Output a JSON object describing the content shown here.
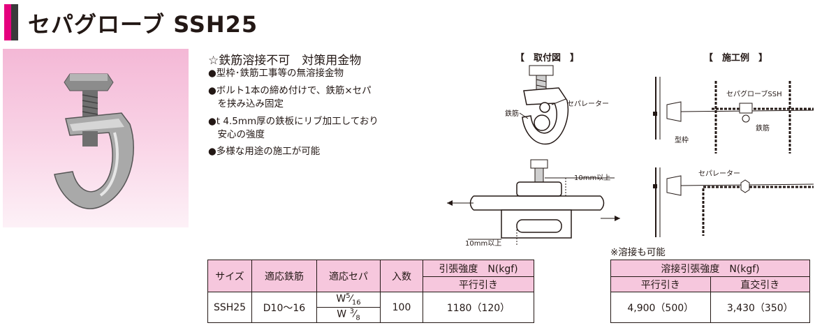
{
  "title": "セパグローブ SSH25",
  "headline": "☆鉄筋溶接不可　対策用金物",
  "features": [
    "●型枠･鉄筋工事等の無溶接金物",
    "●ボルト1本の締め付けで、鉄筋×セパ",
    "　を挟み込み固定",
    "●t 4.5mm厚の鉄板にリブ加工しており",
    "　安心の強度",
    "●多様な用途の施工が可能"
  ],
  "diagram": {
    "install_title": "【　取付図　】",
    "example_title": "【　施工例　】",
    "label_rebar": "鉄筋",
    "label_separator": "セパレーター",
    "label_dim_top": "10mm以上",
    "label_dim_bottom": "10mm以上",
    "label_product": "セパグローブSSH",
    "label_rebar2": "鉄筋",
    "label_form": "型枠",
    "label_separator2": "セパレーター"
  },
  "weld_note": "※溶接も可能",
  "spec_table": {
    "headers": [
      "サイズ",
      "適応鉄筋",
      "適応セパ",
      "入数",
      "引張強度　N(kgf)"
    ],
    "subheader": "平行引き",
    "row": {
      "size": "SSH25",
      "rebar": "D10～16",
      "sepa1_main": "W",
      "sepa1_num": "5",
      "sepa1_den": "16",
      "sepa2_main": "W ",
      "sepa2_num": "3",
      "sepa2_den": "8",
      "qty": "100",
      "strength": "1180（120）"
    }
  },
  "weld_table": {
    "header": "溶接引張強度　N(kgf)",
    "sub1": "平行引き",
    "sub2": "直交引き",
    "val1": "4,900（500）",
    "val2": "3,430（350）"
  },
  "colors": {
    "accent": "#e5007e",
    "header_bg": "#f6c7dd",
    "photo_bg": "#f4b8d6"
  }
}
